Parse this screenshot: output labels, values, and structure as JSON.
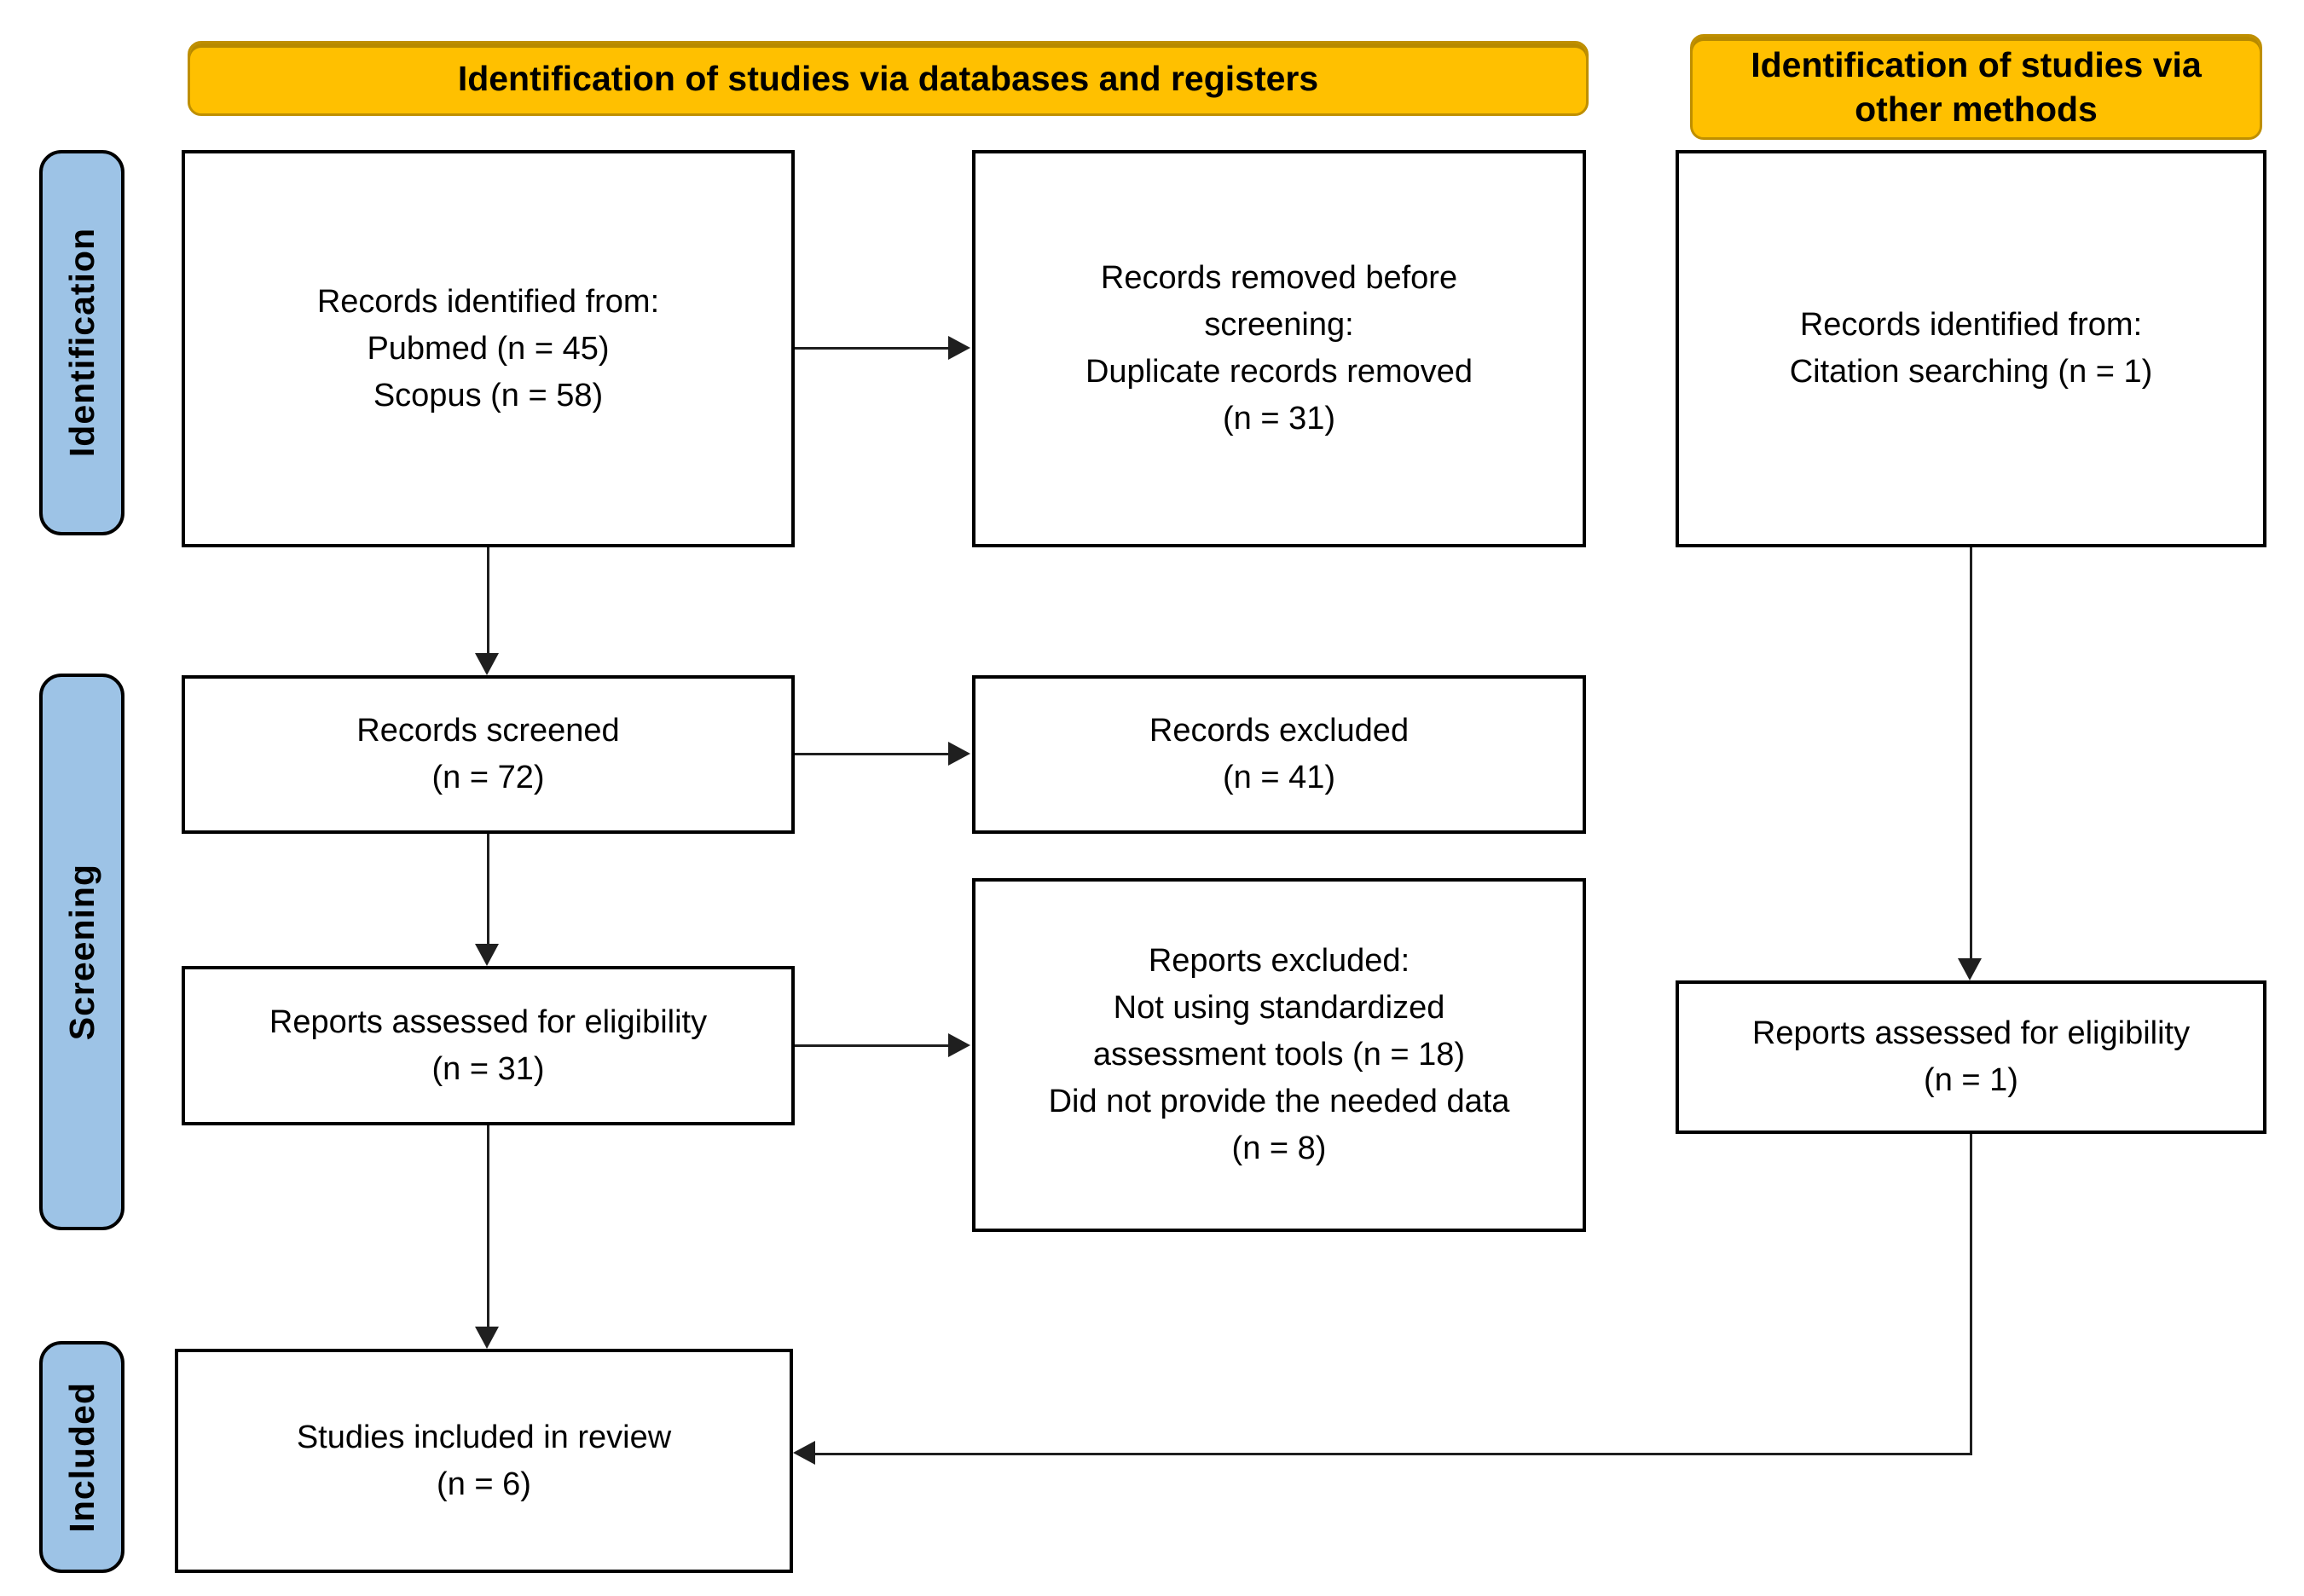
{
  "banners": {
    "databases": {
      "label": "Identification of studies via databases and registers"
    },
    "other": {
      "lines": [
        "Identification of studies via",
        "other methods"
      ]
    }
  },
  "stages": [
    {
      "label": "Identification"
    },
    {
      "label": "Screening"
    },
    {
      "label": "Included"
    }
  ],
  "boxes": {
    "db_identified": {
      "lines": [
        "Records identified from:",
        "Pubmed (n = 45)",
        "Scopus (n = 58)"
      ]
    },
    "removed_before_screening": {
      "lines": [
        "Records removed before",
        "screening:",
        "Duplicate records removed",
        "(n = 31)"
      ]
    },
    "citation_identified": {
      "lines": [
        "Records identified from:",
        "Citation searching (n = 1)"
      ]
    },
    "records_screened": {
      "lines": [
        "Records screened",
        "(n = 72)"
      ]
    },
    "records_excluded": {
      "lines": [
        "Records excluded",
        "(n = 41)"
      ]
    },
    "reports_assessed": {
      "lines": [
        "Reports assessed for eligibility",
        "(n = 31)"
      ]
    },
    "reports_excluded": {
      "lines": [
        "Reports excluded:",
        "Not using standardized",
        "assessment tools (n = 18)",
        "Did not provide the needed data",
        "(n = 8)"
      ]
    },
    "reports_assessed_other": {
      "lines": [
        "Reports assessed for eligibility",
        "(n = 1)"
      ]
    },
    "studies_included": {
      "lines": [
        "Studies included in review",
        "(n = 6)"
      ]
    }
  },
  "colors": {
    "banner_fill": "#FFC000",
    "banner_border": "#BF8F00",
    "stage_fill": "#9DC3E6",
    "stage_border": "#000000",
    "box_border": "#000000",
    "line_color": "#1F1F1F",
    "text_color": "#000000",
    "background": "#FFFFFF"
  }
}
